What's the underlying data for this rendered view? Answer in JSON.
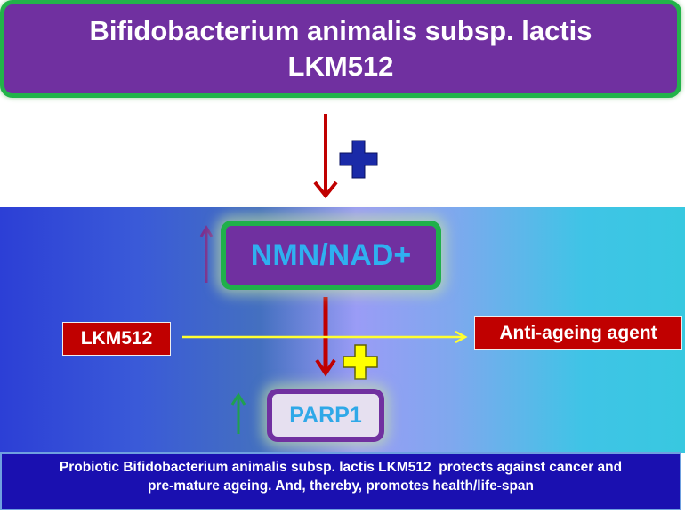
{
  "title": {
    "line1": "Bifidobacterium animalis subsp. lactis",
    "line2": "LKM512"
  },
  "nodes": {
    "nmn": "NMN/NAD+",
    "parp": "PARP1",
    "lkm": "LKM512",
    "anti": "Anti-ageing agent"
  },
  "footer": {
    "line1": "Probiotic Bifidobacterium animalis subsp. lactis LKM512  protects against cancer and",
    "line2": "pre-mature ageing. And, thereby, promotes health/life-span"
  },
  "colors": {
    "purple": "#7030a0",
    "green": "#22b34a",
    "red": "#c00000",
    "yellow": "#ffff00",
    "blue": "#1a10b0"
  }
}
